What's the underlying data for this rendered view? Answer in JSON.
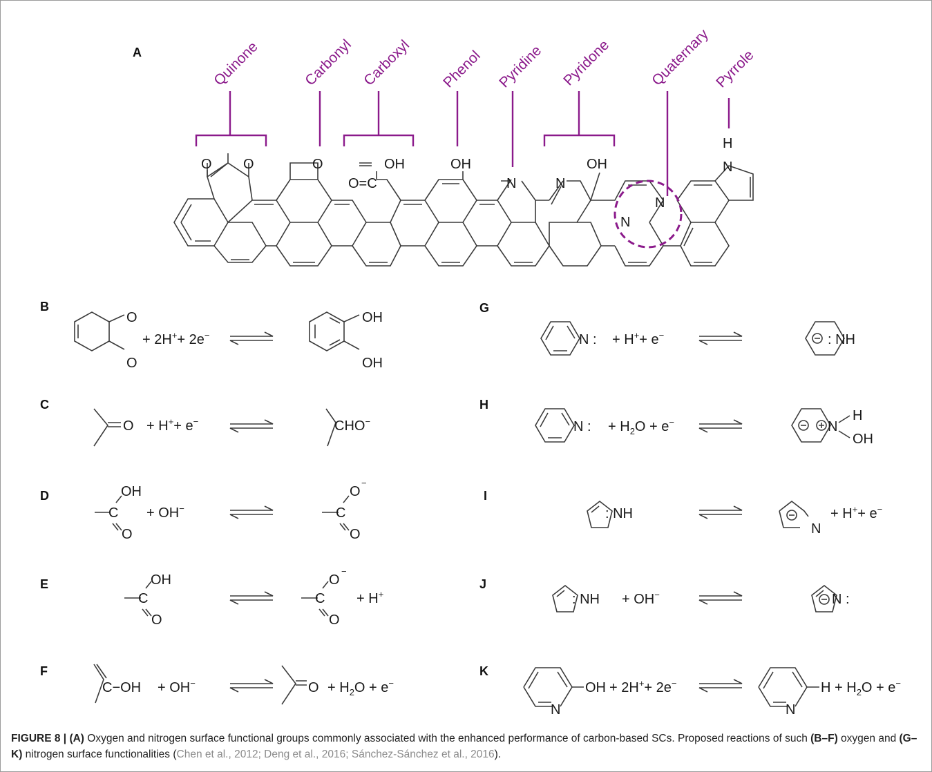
{
  "panel_labels": {
    "A": "A",
    "B": "B",
    "C": "C",
    "D": "D",
    "E": "E",
    "F": "F",
    "G": "G",
    "H": "H",
    "I": "I",
    "J": "J",
    "K": "K"
  },
  "groups": [
    "Quinone",
    "Carbonyl",
    "Carboxyl",
    "Phenol",
    "Pyridine",
    "Pyridone",
    "Quaternary",
    "Pyrrole"
  ],
  "atoms": {
    "O": "O",
    "OH": "OH",
    "N": "N",
    "H": "H",
    "O_eq_C": "O=C"
  },
  "reactions": {
    "B": {
      "rhs_top": "OH",
      "rhs_bottom": "OH",
      "mid": "+ 2H",
      "sup1": "+",
      "mid2": "+ 2e",
      "sup2": "−"
    },
    "C": {
      "lhs": "O",
      "mid": "+ H",
      "sup1": "+",
      "mid2": "+ e",
      "sup2": "−",
      "rhs": "CHO",
      "rhs_sup": "−"
    },
    "D": {
      "lhs": "OH",
      "mid": "+ OH",
      "mid_sup": "−",
      "rhs_sup": "−"
    },
    "E": {
      "lhs": "OH",
      "rhs_sup": "−",
      "product": "+ H",
      "product_sup": "+"
    },
    "F": {
      "lhs": "C−OH",
      "mid": "+ OH",
      "mid_sup": "−",
      "rhs": "O",
      "tail": "+ H",
      "tail_sub": "2",
      "tail2": "O + e",
      "tail_sup": "−"
    },
    "G": {
      "lhs": "N :",
      "mid": "+ H",
      "sup1": "+",
      "mid2": "+ e",
      "sup2": "−",
      "rhs": ": NH"
    },
    "H": {
      "lhs": "N :",
      "mid": "+ H",
      "sub": "2",
      "mid2": "O + e",
      "sup2": "−",
      "rhs_n": "N",
      "rhs_h": "H",
      "rhs_oh": "OH"
    },
    "I": {
      "lhs": ": NH",
      "rhs_n": "N",
      "tail": "+ H",
      "sup1": "+",
      "tail2": "+ e",
      "sup2": "−"
    },
    "J": {
      "lhs": ": NH",
      "mid": "+ OH",
      "mid_sup": "−",
      "rhs": "N :"
    },
    "K": {
      "lhs": "OH",
      "mid": "+ 2H",
      "sup1": "+",
      "mid2": "+ 2e",
      "sup2": "−",
      "rhs": "H + H",
      "sub": "2",
      "rhs2": "O + e",
      "sup3": "−",
      "n": "N"
    }
  },
  "caption": {
    "fig": "FIGURE 8 | ",
    "a": "(A)",
    "t1": " Oxygen and nitrogen surface functional groups commonly associated with the enhanced performance of carbon-based SCs. Proposed reactions of such ",
    "bf": "(B–F)",
    "t2": " oxygen and ",
    "gk": "(G–K)",
    "t3": " nitrogen surface functionalities (",
    "cite": "Chen et al., 2012; Deng et al., 2016; Sánchez-Sánchez et al., 2016",
    "t4": ")."
  }
}
